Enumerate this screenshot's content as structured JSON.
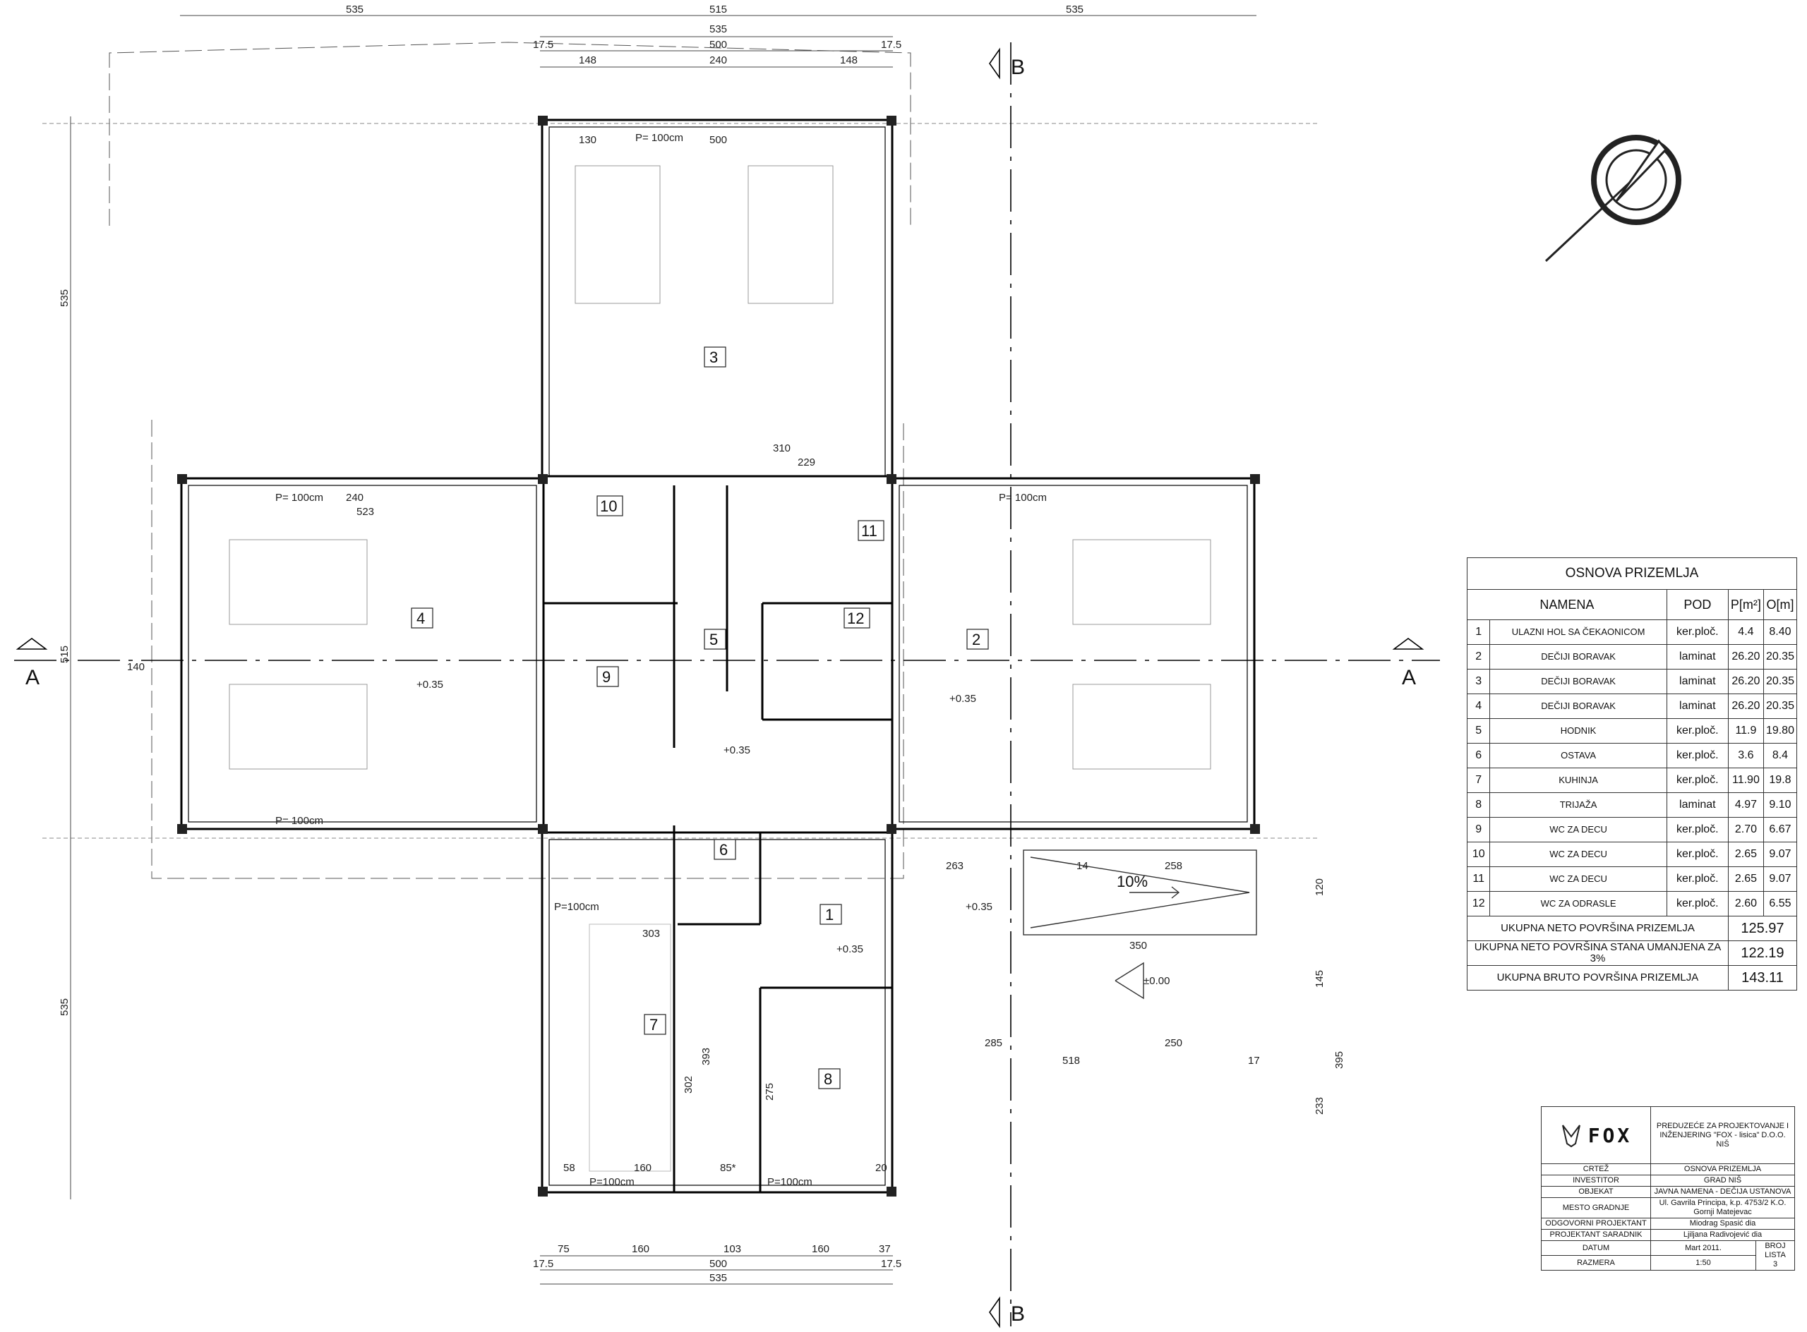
{
  "drawing": {
    "section_labels": {
      "a": "A",
      "b": "B"
    },
    "rooms": [
      {
        "n": "1"
      },
      {
        "n": "2"
      },
      {
        "n": "3"
      },
      {
        "n": "4"
      },
      {
        "n": "5"
      },
      {
        "n": "6"
      },
      {
        "n": "7"
      },
      {
        "n": "8"
      },
      {
        "n": "9"
      },
      {
        "n": "10"
      },
      {
        "n": "11"
      },
      {
        "n": "12"
      }
    ],
    "windows": {
      "p100": "P= 100cm",
      "p100b": "P=100cm"
    },
    "levels": {
      "l035": "+0.35",
      "l000": "±0.00"
    },
    "ramp_slope": "10%",
    "top_dims": {
      "row1": [
        "535",
        "515",
        "535"
      ],
      "row2": [
        "535"
      ],
      "row3": [
        "17.5",
        "500",
        "17.5"
      ],
      "row4": [
        "148",
        "240",
        "148"
      ]
    },
    "bottom_dims": {
      "row1": [
        "75",
        "160",
        "103",
        "160",
        "37"
      ],
      "row2": [
        "17.5",
        "500",
        "17.5"
      ],
      "row3": [
        "535"
      ]
    },
    "left_dims": [
      "535",
      "515",
      "535"
    ],
    "misc_dims": [
      "130",
      "500",
      "523",
      "240",
      "140",
      "310",
      "229",
      "350",
      "285",
      "250",
      "518",
      "17",
      "263",
      "258",
      "14",
      "395",
      "233",
      "145",
      "120",
      "303",
      "302",
      "393",
      "275",
      "160",
      "58",
      "85*",
      "20"
    ]
  },
  "room_table": {
    "title": "OSNOVA PRIZEMLJA",
    "headers": [
      "NAMENA",
      "POD",
      "P[m²]",
      "O[m]"
    ],
    "rows": [
      {
        "no": "1",
        "name": "ULAZNI HOL SA ČEKAONICOM",
        "pod": "ker.ploč.",
        "p": "4.4",
        "o": "8.40"
      },
      {
        "no": "2",
        "name": "DEČIJI BORAVAK",
        "pod": "laminat",
        "p": "26.20",
        "o": "20.35"
      },
      {
        "no": "3",
        "name": "DEČIJI BORAVAK",
        "pod": "laminat",
        "p": "26.20",
        "o": "20.35"
      },
      {
        "no": "4",
        "name": "DEČIJI BORAVAK",
        "pod": "laminat",
        "p": "26.20",
        "o": "20.35"
      },
      {
        "no": "5",
        "name": "HODNIK",
        "pod": "ker.ploč.",
        "p": "11.9",
        "o": "19.80"
      },
      {
        "no": "6",
        "name": "OSTAVA",
        "pod": "ker.ploč.",
        "p": "3.6",
        "o": "8.4"
      },
      {
        "no": "7",
        "name": "KUHINJA",
        "pod": "ker.ploč.",
        "p": "11.90",
        "o": "19.8"
      },
      {
        "no": "8",
        "name": "TRIJAŽA",
        "pod": "laminat",
        "p": "4.97",
        "o": "9.10"
      },
      {
        "no": "9",
        "name": "WC ZA DECU",
        "pod": "ker.ploč.",
        "p": "2.70",
        "o": "6.67"
      },
      {
        "no": "10",
        "name": "WC ZA DECU",
        "pod": "ker.ploč.",
        "p": "2.65",
        "o": "9.07"
      },
      {
        "no": "11",
        "name": "WC ZA DECU",
        "pod": "ker.ploč.",
        "p": "2.65",
        "o": "9.07"
      },
      {
        "no": "12",
        "name": "WC ZA ODRASLE",
        "pod": "ker.ploč.",
        "p": "2.60",
        "o": "6.55"
      }
    ],
    "totals": [
      {
        "label": "UKUPNA NETO POVRŠINA PRIZEMLJA",
        "value": "125.97"
      },
      {
        "label": "UKUPNA NETO POVRŠINA STANA UMANJENA ZA 3%",
        "value": "122.19"
      },
      {
        "label": "UKUPNA BRUTO POVRŠINA PRIZEMLJA",
        "value": "143.11"
      }
    ]
  },
  "title_block": {
    "logo_text": "FOX",
    "company": "PREDUZEĆE ZA PROJEKTOVANJE I INŽENJERING \"FOX - lisica\" D.O.O. NIŠ",
    "rows": [
      {
        "k": "CRTEŽ",
        "v": "OSNOVA PRIZEMLJA"
      },
      {
        "k": "INVESTITOR",
        "v": "GRAD NIŠ"
      },
      {
        "k": "OBJEKAT",
        "v": "JAVNA NAMENA - DEČIJA USTANOVA"
      },
      {
        "k": "MESTO GRADNJE",
        "v": "Ul. Gavrila Principa, k.p. 4753/2 K.O. Gornji Matejevac"
      },
      {
        "k": "ODGOVORNI PROJEKTANT",
        "v": "Miodrag Spasić dia"
      },
      {
        "k": "PROJEKTANT SARADNIK",
        "v": "Ljiljana Radivojević dia"
      }
    ],
    "date_label": "DATUM",
    "date": "Mart 2011.",
    "sheet_label": "BROJ LISTA",
    "sheet": "3",
    "scale_label": "RAZMERA",
    "scale": "1:50"
  }
}
